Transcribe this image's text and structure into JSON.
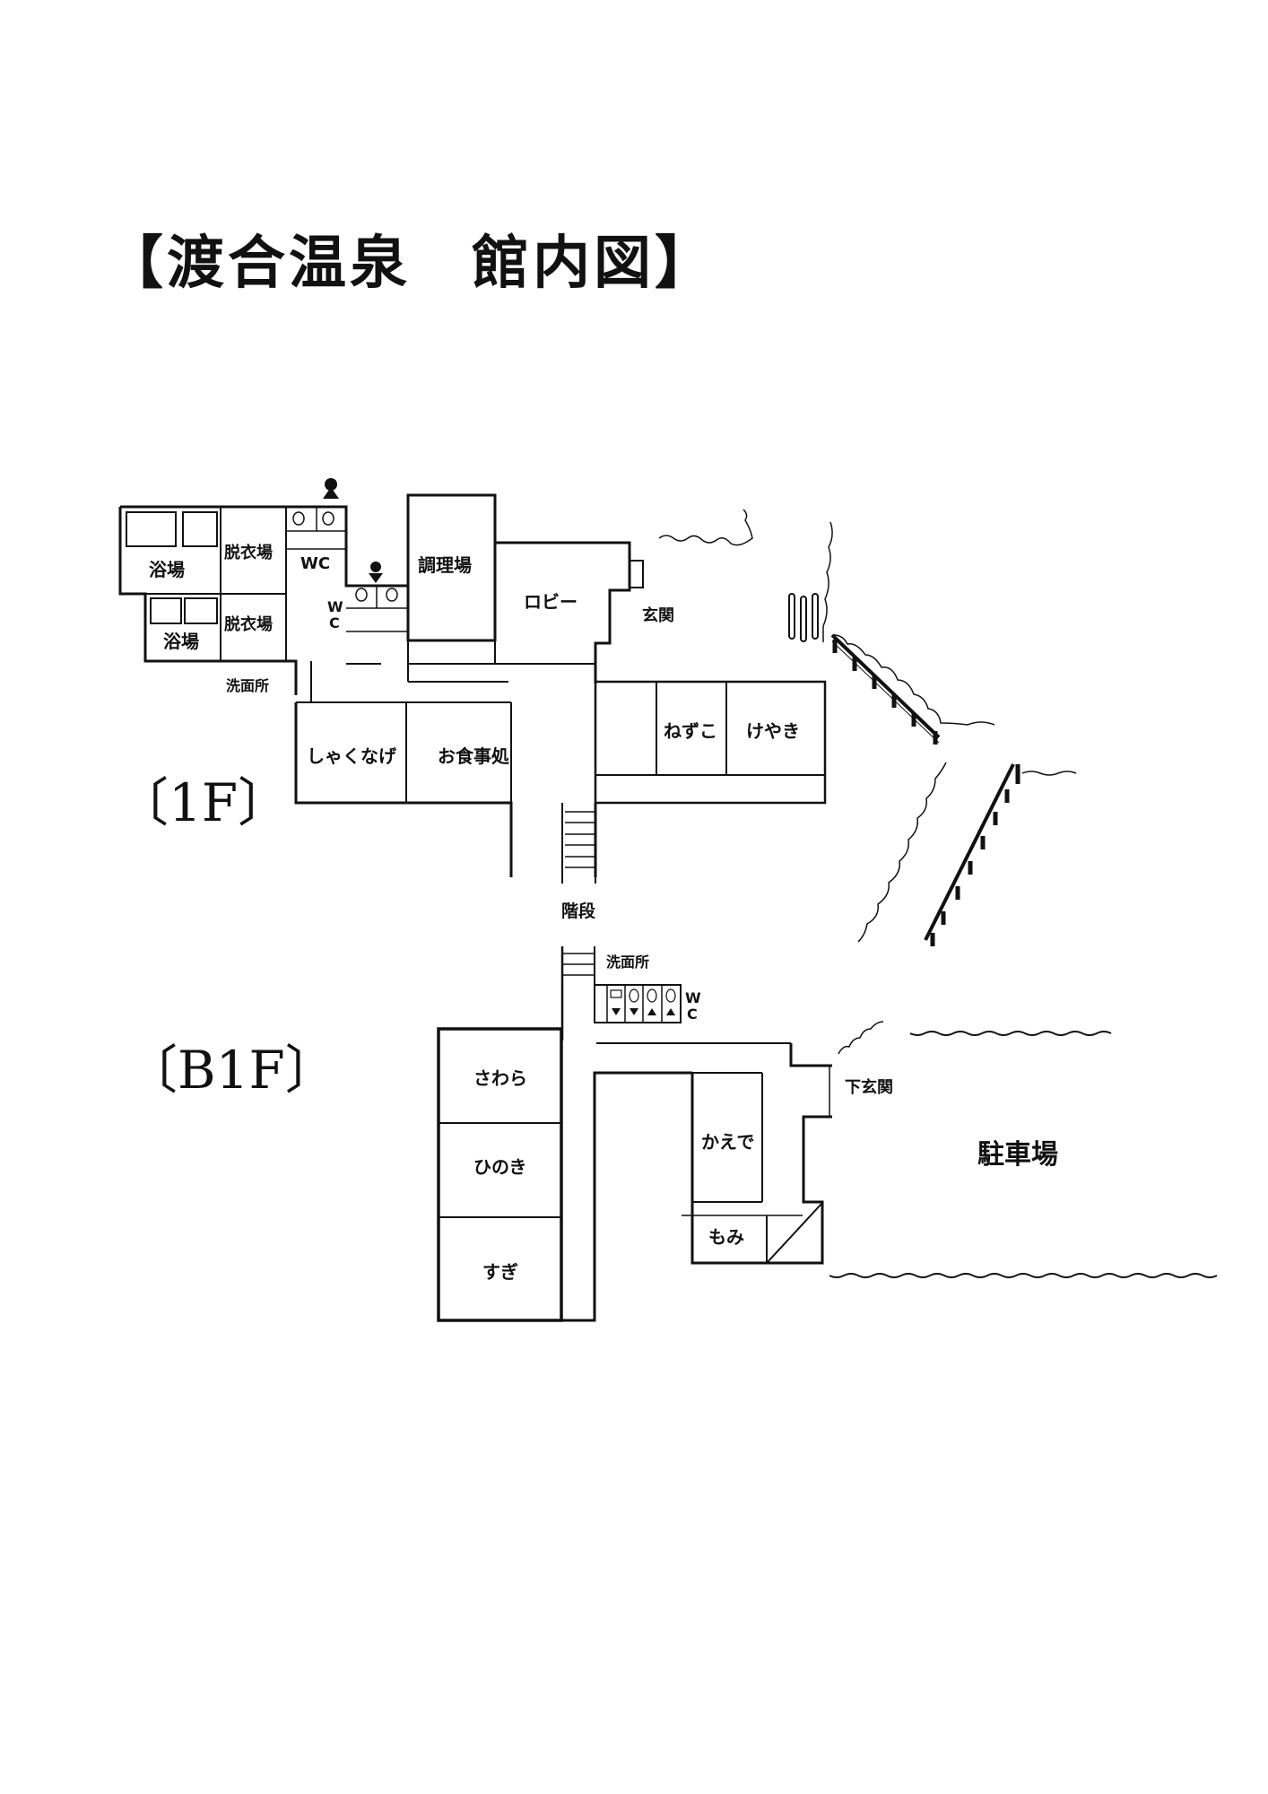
{
  "title": "【渡合温泉　館内図】",
  "floors": {
    "f1": "〔1F〕",
    "b1": "〔B1F〕"
  },
  "rooms_1f": {
    "bath_upper": "浴場",
    "dressing_upper": "脱衣場",
    "bath_lower": "浴場",
    "dressing_lower": "脱衣場",
    "wc_men": "WC",
    "wc_women_w": "W",
    "wc_women_c": "C",
    "washroom": "洗面所",
    "kitchen": "調理場",
    "lobby": "ロビー",
    "entrance": "玄関",
    "shakunage": "しゃくなげ",
    "dining": "お食事処",
    "nezuko": "ねずこ",
    "keyaki": "けやき"
  },
  "stairs": "階段",
  "rooms_b1": {
    "washroom": "洗面所",
    "wc_w": "W",
    "wc_c": "C",
    "sawara": "さわら",
    "hinoki": "ひのき",
    "sugi": "すぎ",
    "kaede": "かえで",
    "momi": "もみ",
    "lower_entrance": "下玄関"
  },
  "parking": "駐車場"
}
